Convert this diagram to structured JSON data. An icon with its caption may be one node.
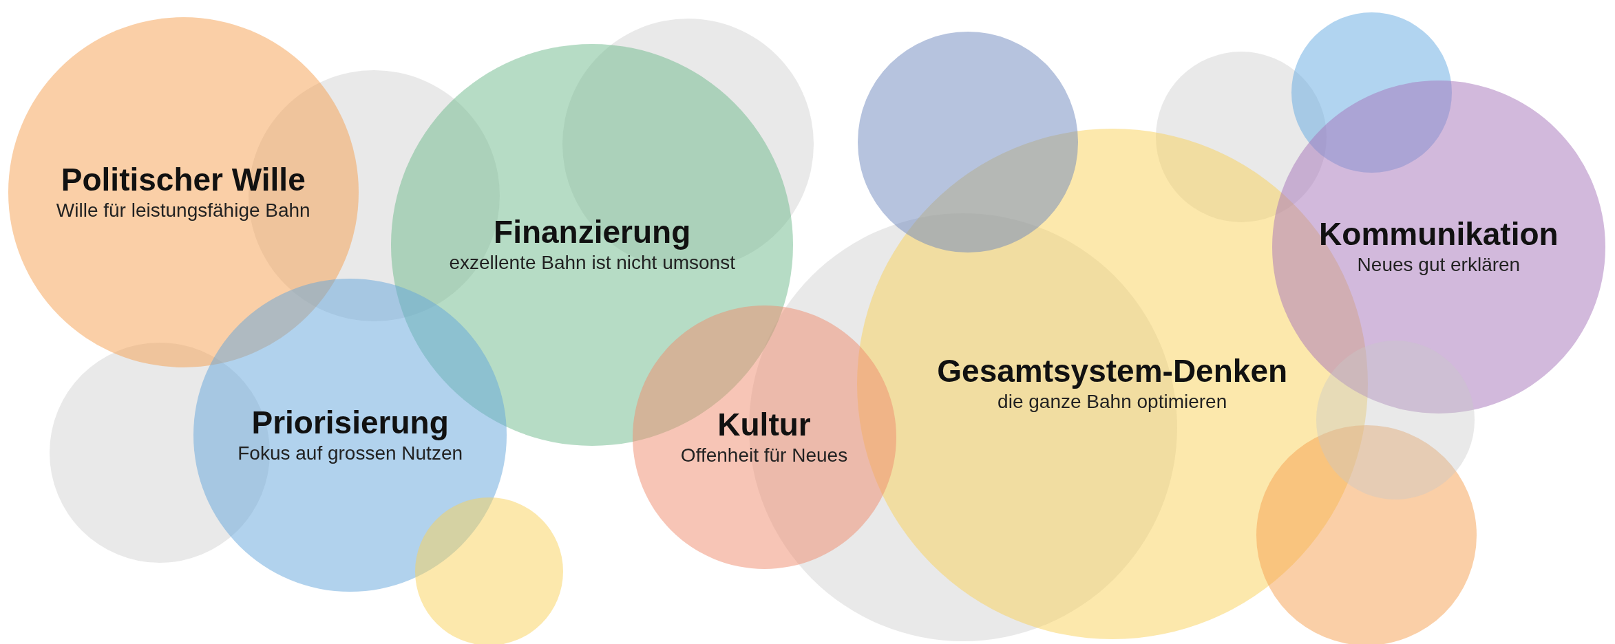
{
  "diagram": {
    "nodes": [
      {
        "text": [
          "Politischer Wille",
          "Wille für leistungsfähige Bahn"
        ]
      },
      {
        "text": [
          "Finanzierung",
          "exzellente Bahn ist nicht umsonst"
        ]
      },
      {
        "text": [
          "Kommunikation",
          "Neues gut erklären"
        ]
      },
      {
        "text": [
          "Priorisierung",
          "Fokus auf grossen Nutzen"
        ]
      },
      {
        "text": [
          "Kultur",
          "Offenheit für Neues"
        ]
      },
      {
        "text": [
          "Gesamtsystem-Denken",
          "die ganze Bahn optimieren"
        ]
      }
    ]
  }
}
